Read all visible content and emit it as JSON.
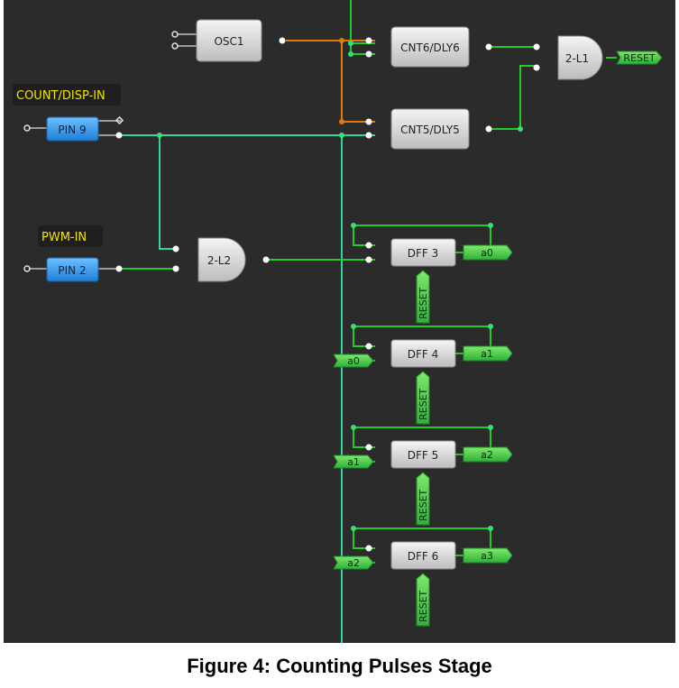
{
  "labels": {
    "count_label": "COUNT/DISP-IN",
    "pwm_label": "PWM-IN"
  },
  "blocks": {
    "osc": "OSC1",
    "cnt6": "CNT6/DLY6",
    "cnt5": "CNT5/DLY5",
    "gate_l1": "2-L1",
    "gate_l2": "2-L2",
    "pin9": "PIN 9",
    "pin2": "PIN 2",
    "dff3": "DFF 3",
    "dff4": "DFF 4",
    "dff5": "DFF 5",
    "dff6": "DFF 6"
  },
  "tags": {
    "reset_out": "RESET",
    "a0_out": "a0",
    "a1_out": "a1",
    "a2_out": "a2",
    "a3_out": "a3",
    "a0_in": "a0",
    "a1_in": "a1",
    "a2_in": "a2",
    "reset_v": "RESET"
  },
  "caption": "Figure 4: Counting Pulses Stage",
  "colors": {
    "background": "#2b2b2b",
    "wire_green": "#22cc22",
    "wire_teal": "#33d69a",
    "wire_orange": "#e07a10",
    "label_yellow": "#f2e600",
    "pin_blue": "#3da0f0",
    "tag_green": "#3ecf4a"
  }
}
